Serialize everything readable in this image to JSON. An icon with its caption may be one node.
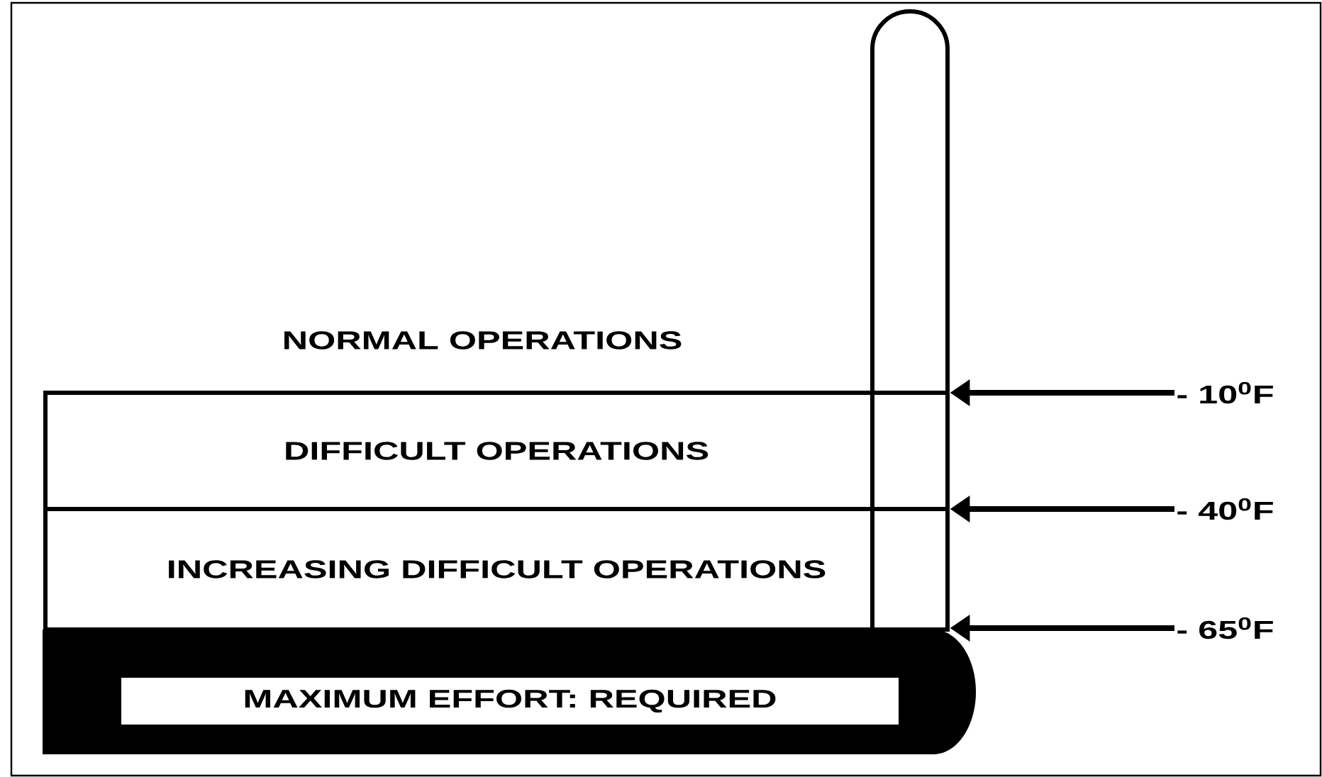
{
  "diagram": {
    "nodes": [
      {
        "text": [],
        "shape": "thermometer"
      },
      {
        "text": [
          "DIFFICULT OPERATIONS"
        ]
      },
      {
        "text": [
          "INCREASING DIFFICULT OPERATIONS"
        ]
      },
      {
        "text": [],
        "shape": "bar"
      },
      {
        "text": [
          "MAXIMUM EFFORT:  REQUIRED"
        ],
        "in": 3
      },
      {
        "text": [
          "- 10$^{0}$F"
        ]
      },
      {
        "text": [
          "- 40$^{0}$F"
        ]
      },
      {
        "text": [
          "- 65$^{0}$F"
        ]
      }
    ],
    "edges": [
      {
        "from": 5,
        "to": 0,
        "arrow": "to"
      },
      {
        "from": 6,
        "to": 0,
        "arrow": "to"
      },
      {
        "from": 7,
        "to": 0,
        "arrow": "to"
      }
    ],
    "labels": [
      "NORMAL OPERATIONS"
    ]
  }
}
